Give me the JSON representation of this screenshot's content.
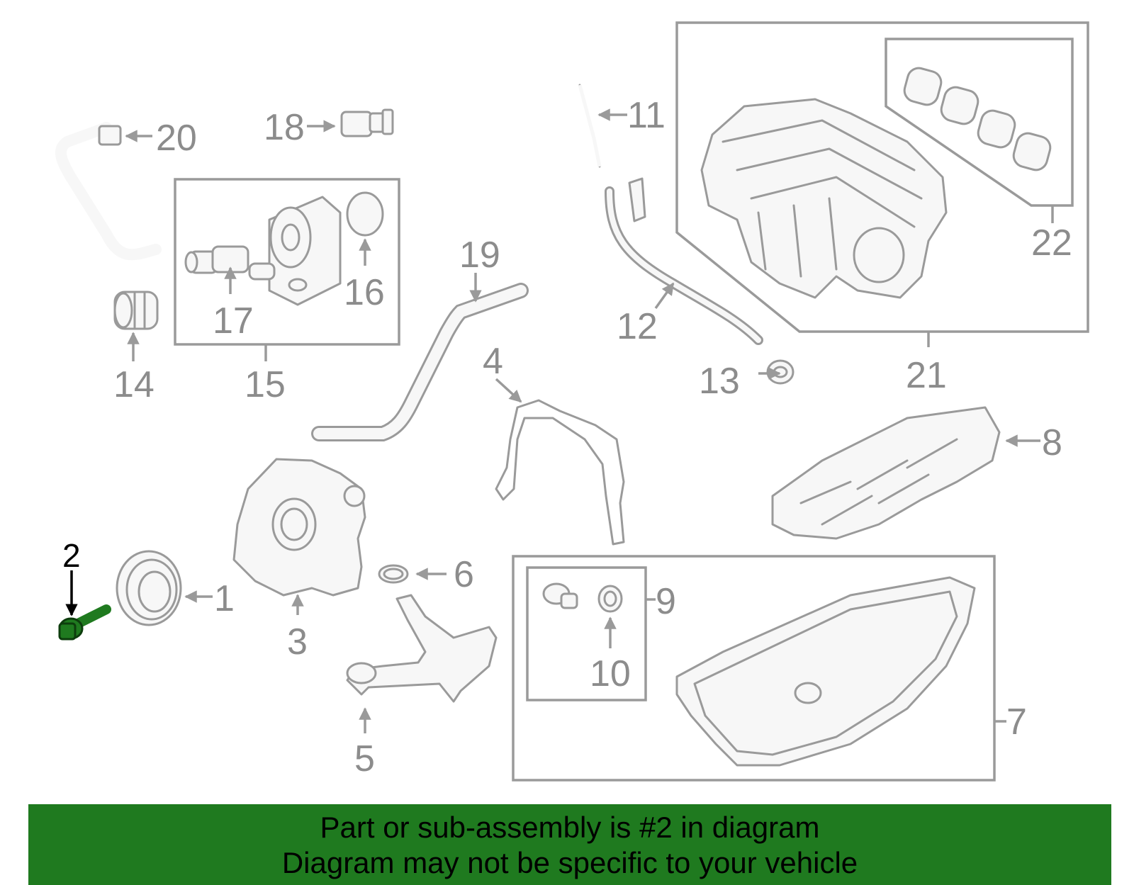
{
  "diagram": {
    "callouts": [
      "1",
      "2",
      "3",
      "4",
      "5",
      "6",
      "7",
      "8",
      "9",
      "10",
      "11",
      "12",
      "13",
      "14",
      "15",
      "16",
      "17",
      "18",
      "19",
      "20",
      "21",
      "22"
    ],
    "highlighted_part": "2",
    "highlight_color": "#1f7a1f",
    "line_color": "#9a9a9a"
  },
  "banner": {
    "line1": "Part or sub-assembly is #2 in diagram",
    "line2": "Diagram may not be specific to your vehicle",
    "background": "#1f7a1f"
  }
}
